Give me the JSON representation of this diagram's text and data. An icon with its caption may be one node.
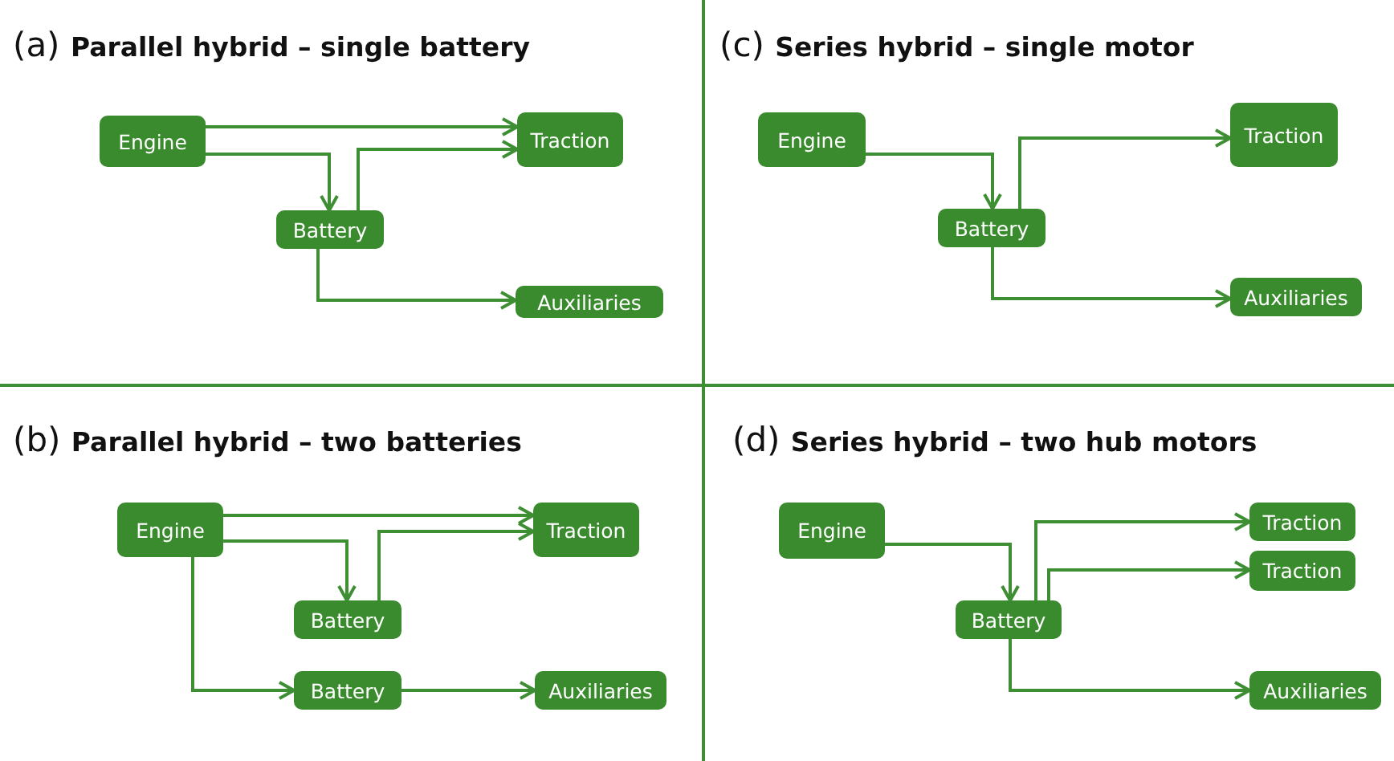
{
  "diagram": {
    "nodes": [
      {
        "text": [
          "Engine"
        ]
      },
      {
        "text": [
          "Traction"
        ]
      },
      {
        "text": [
          "Battery"
        ]
      },
      {
        "text": [
          "Auxiliaries"
        ]
      },
      {
        "text": [
          "Engine"
        ]
      },
      {
        "text": [
          "Traction"
        ]
      },
      {
        "text": [
          "Battery"
        ]
      },
      {
        "text": [
          "Auxiliaries"
        ]
      },
      {
        "text": [
          "Engine"
        ]
      },
      {
        "text": [
          "Traction"
        ]
      },
      {
        "text": [
          "Battery"
        ]
      },
      {
        "text": [
          "Battery"
        ]
      },
      {
        "text": [
          "Auxiliaries"
        ]
      },
      {
        "text": [
          "Engine"
        ]
      },
      {
        "text": [
          "Traction"
        ]
      },
      {
        "text": [
          "Traction"
        ]
      },
      {
        "text": [
          "Battery"
        ]
      },
      {
        "text": [
          "Auxiliaries"
        ]
      }
    ],
    "edges": [
      {
        "from": 0,
        "to": 1,
        "arrow": "to"
      },
      {
        "from": 0,
        "to": 2,
        "arrow": "to"
      },
      {
        "from": 2,
        "to": 1,
        "arrow": "to"
      },
      {
        "from": 2,
        "to": 3,
        "arrow": "to"
      },
      {
        "from": 4,
        "to": 6,
        "arrow": "to"
      },
      {
        "from": 6,
        "to": 5,
        "arrow": "to"
      },
      {
        "from": 6,
        "to": 7,
        "arrow": "to"
      },
      {
        "from": 8,
        "to": 9,
        "arrow": "to"
      },
      {
        "from": 8,
        "to": 10,
        "arrow": "to"
      },
      {
        "from": 10,
        "to": 9,
        "arrow": "to"
      },
      {
        "from": 8,
        "to": 11,
        "arrow": "to"
      },
      {
        "from": 11,
        "to": 12,
        "arrow": "to"
      },
      {
        "from": 13,
        "to": 16,
        "arrow": "to"
      },
      {
        "from": 16,
        "to": 14,
        "arrow": "to"
      },
      {
        "from": 16,
        "to": 15,
        "arrow": "to"
      },
      {
        "from": 16,
        "to": 17,
        "arrow": "to"
      }
    ],
    "labels": [
      "(a) **Parallel hybrid – single battery**",
      "(c) **Series hybrid – single motor**",
      "(b) **Parallel hybrid – two batteries**",
      "(d) **Series hybrid – two hub motors**"
    ]
  }
}
